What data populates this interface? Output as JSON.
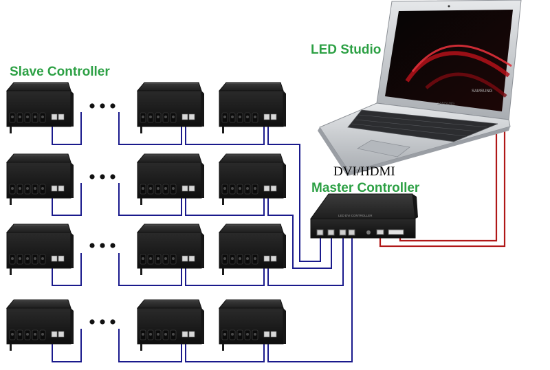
{
  "labels": {
    "slave_controller": "Slave Controller",
    "led_studio": "LED Studio",
    "dvi_hdmi": "DVI/HDMI",
    "master_controller": "Master Controller"
  },
  "laptop": {
    "brand": "SAMSUNG"
  },
  "master_unit": {
    "panel_text": "LED DVI CONTROLLER"
  },
  "colors": {
    "label_green": "#2ca044",
    "network_cable": "#1a1a8c",
    "video_cable": "#b01818",
    "device_body": "#262626",
    "laptop_silver": "#c8cbcf"
  }
}
